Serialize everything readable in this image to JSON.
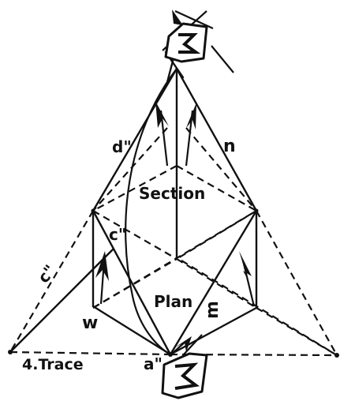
{
  "labels": {
    "d2": "d\"",
    "n": "n",
    "section": "Section",
    "c2_inner": "c\"",
    "c2_outer": "c\"",
    "plan": "Plan",
    "w": "w",
    "m": "m",
    "trace": "4.Trace",
    "a2": "a\""
  },
  "colors": {
    "ink": "#111111",
    "paper": "#ffffff"
  },
  "icons": {
    "top_symbol": "sigma-glyph-icon",
    "bottom_symbol": "sigma-glyph-icon"
  }
}
